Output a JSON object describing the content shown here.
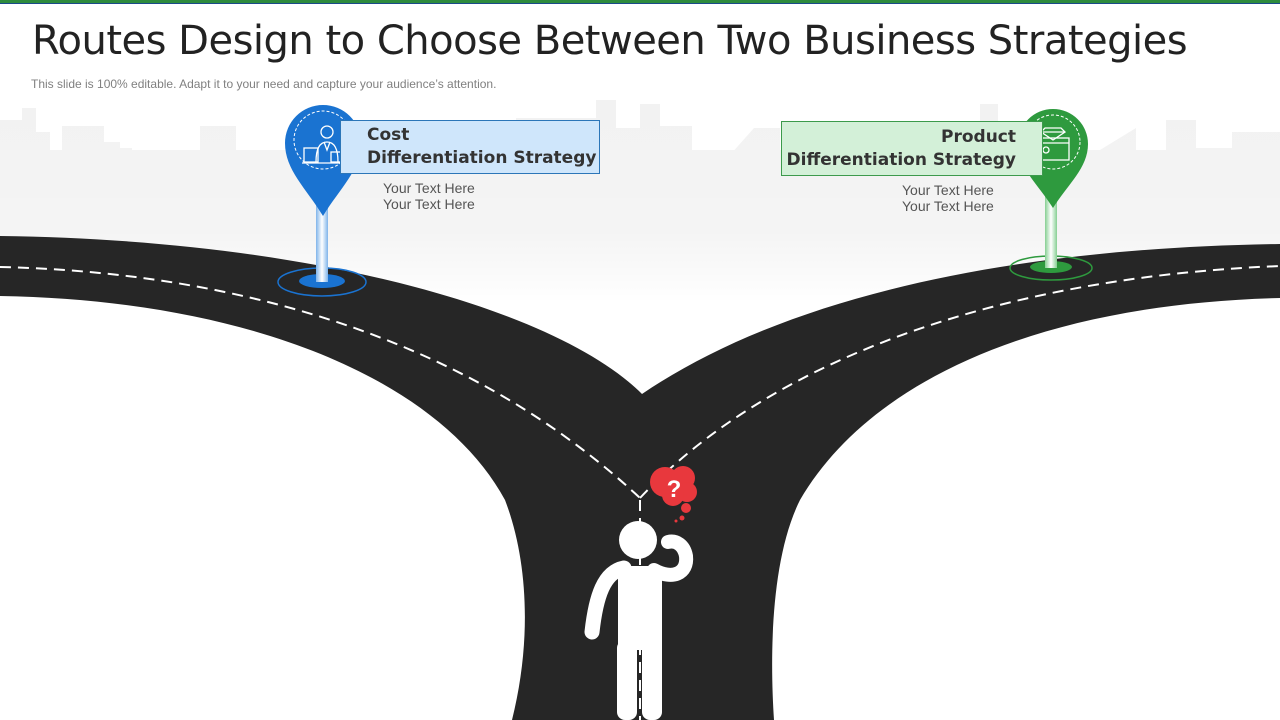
{
  "header": {
    "title": "Routes Design to Choose Between Two Business Strategies",
    "subtitle": "This slide is 100% editable. Adapt it to your need and capture your audience’s attention."
  },
  "strategies": [
    {
      "name_line1": "Cost",
      "name_line2": "Differentiation Strategy",
      "text_line1": "Your Text Here",
      "text_line2": "Your Text Here",
      "icon": "businessman-icon",
      "color": "#1a73d1",
      "box_color": "#cfe6fb"
    },
    {
      "name_line1": "Product",
      "name_line2": "Differentiation Strategy",
      "text_line1": "Your Text Here",
      "text_line2": "Your Text Here",
      "icon": "gift-box-icon",
      "color": "#2e9a3e",
      "box_color": "#d3f0d8"
    }
  ],
  "thought_bubble": {
    "symbol": "?",
    "color": "#e8383d"
  },
  "colors": {
    "road": "#262626",
    "skyline": "#f2f2f2",
    "figure": "#ffffff"
  }
}
